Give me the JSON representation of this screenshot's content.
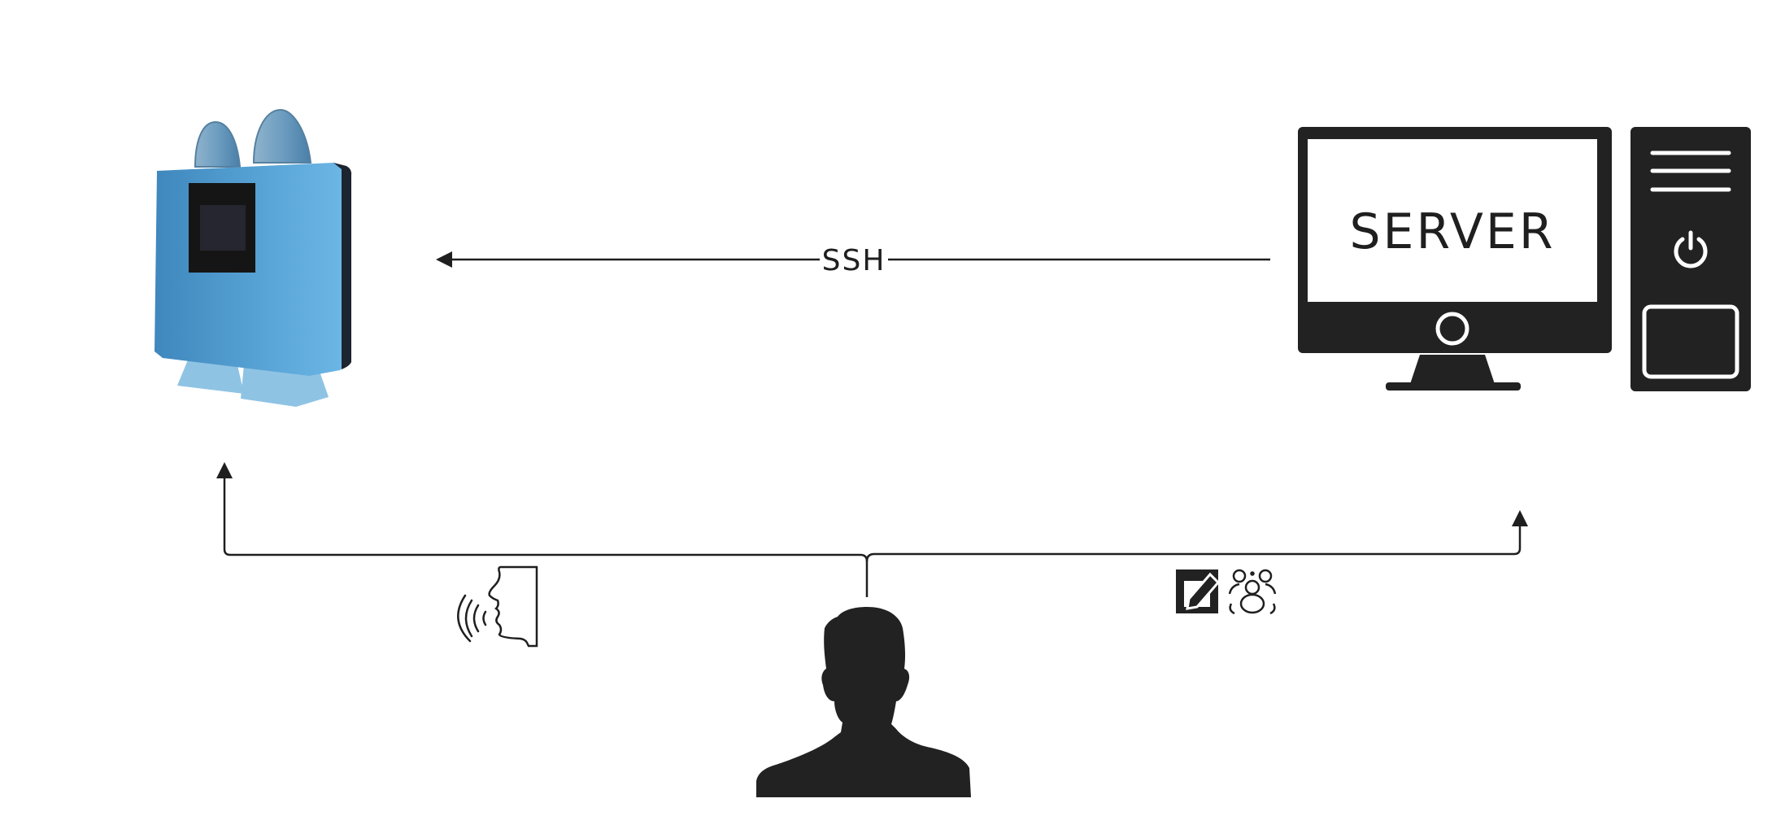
{
  "diagram": {
    "ssh_label": "SSH",
    "server_label": "SERVER"
  },
  "nodes": [
    {
      "id": "robot",
      "icon": "blue-robot-device-icon"
    },
    {
      "id": "server",
      "icon": "server-computer-icon"
    },
    {
      "id": "user",
      "icon": "user-silhouette-icon"
    }
  ],
  "edges": [
    {
      "from": "server",
      "to": "robot",
      "label_key": "ssh_label"
    },
    {
      "from": "user",
      "to": "robot",
      "icon": "voice-command-icon"
    },
    {
      "from": "user",
      "to": "server",
      "icons": [
        "edit-form-icon",
        "user-group-icon"
      ]
    }
  ],
  "colors": {
    "line": "#1f1f1f",
    "robot_blue": "#5aa6d8",
    "icon_dark": "#222222"
  }
}
